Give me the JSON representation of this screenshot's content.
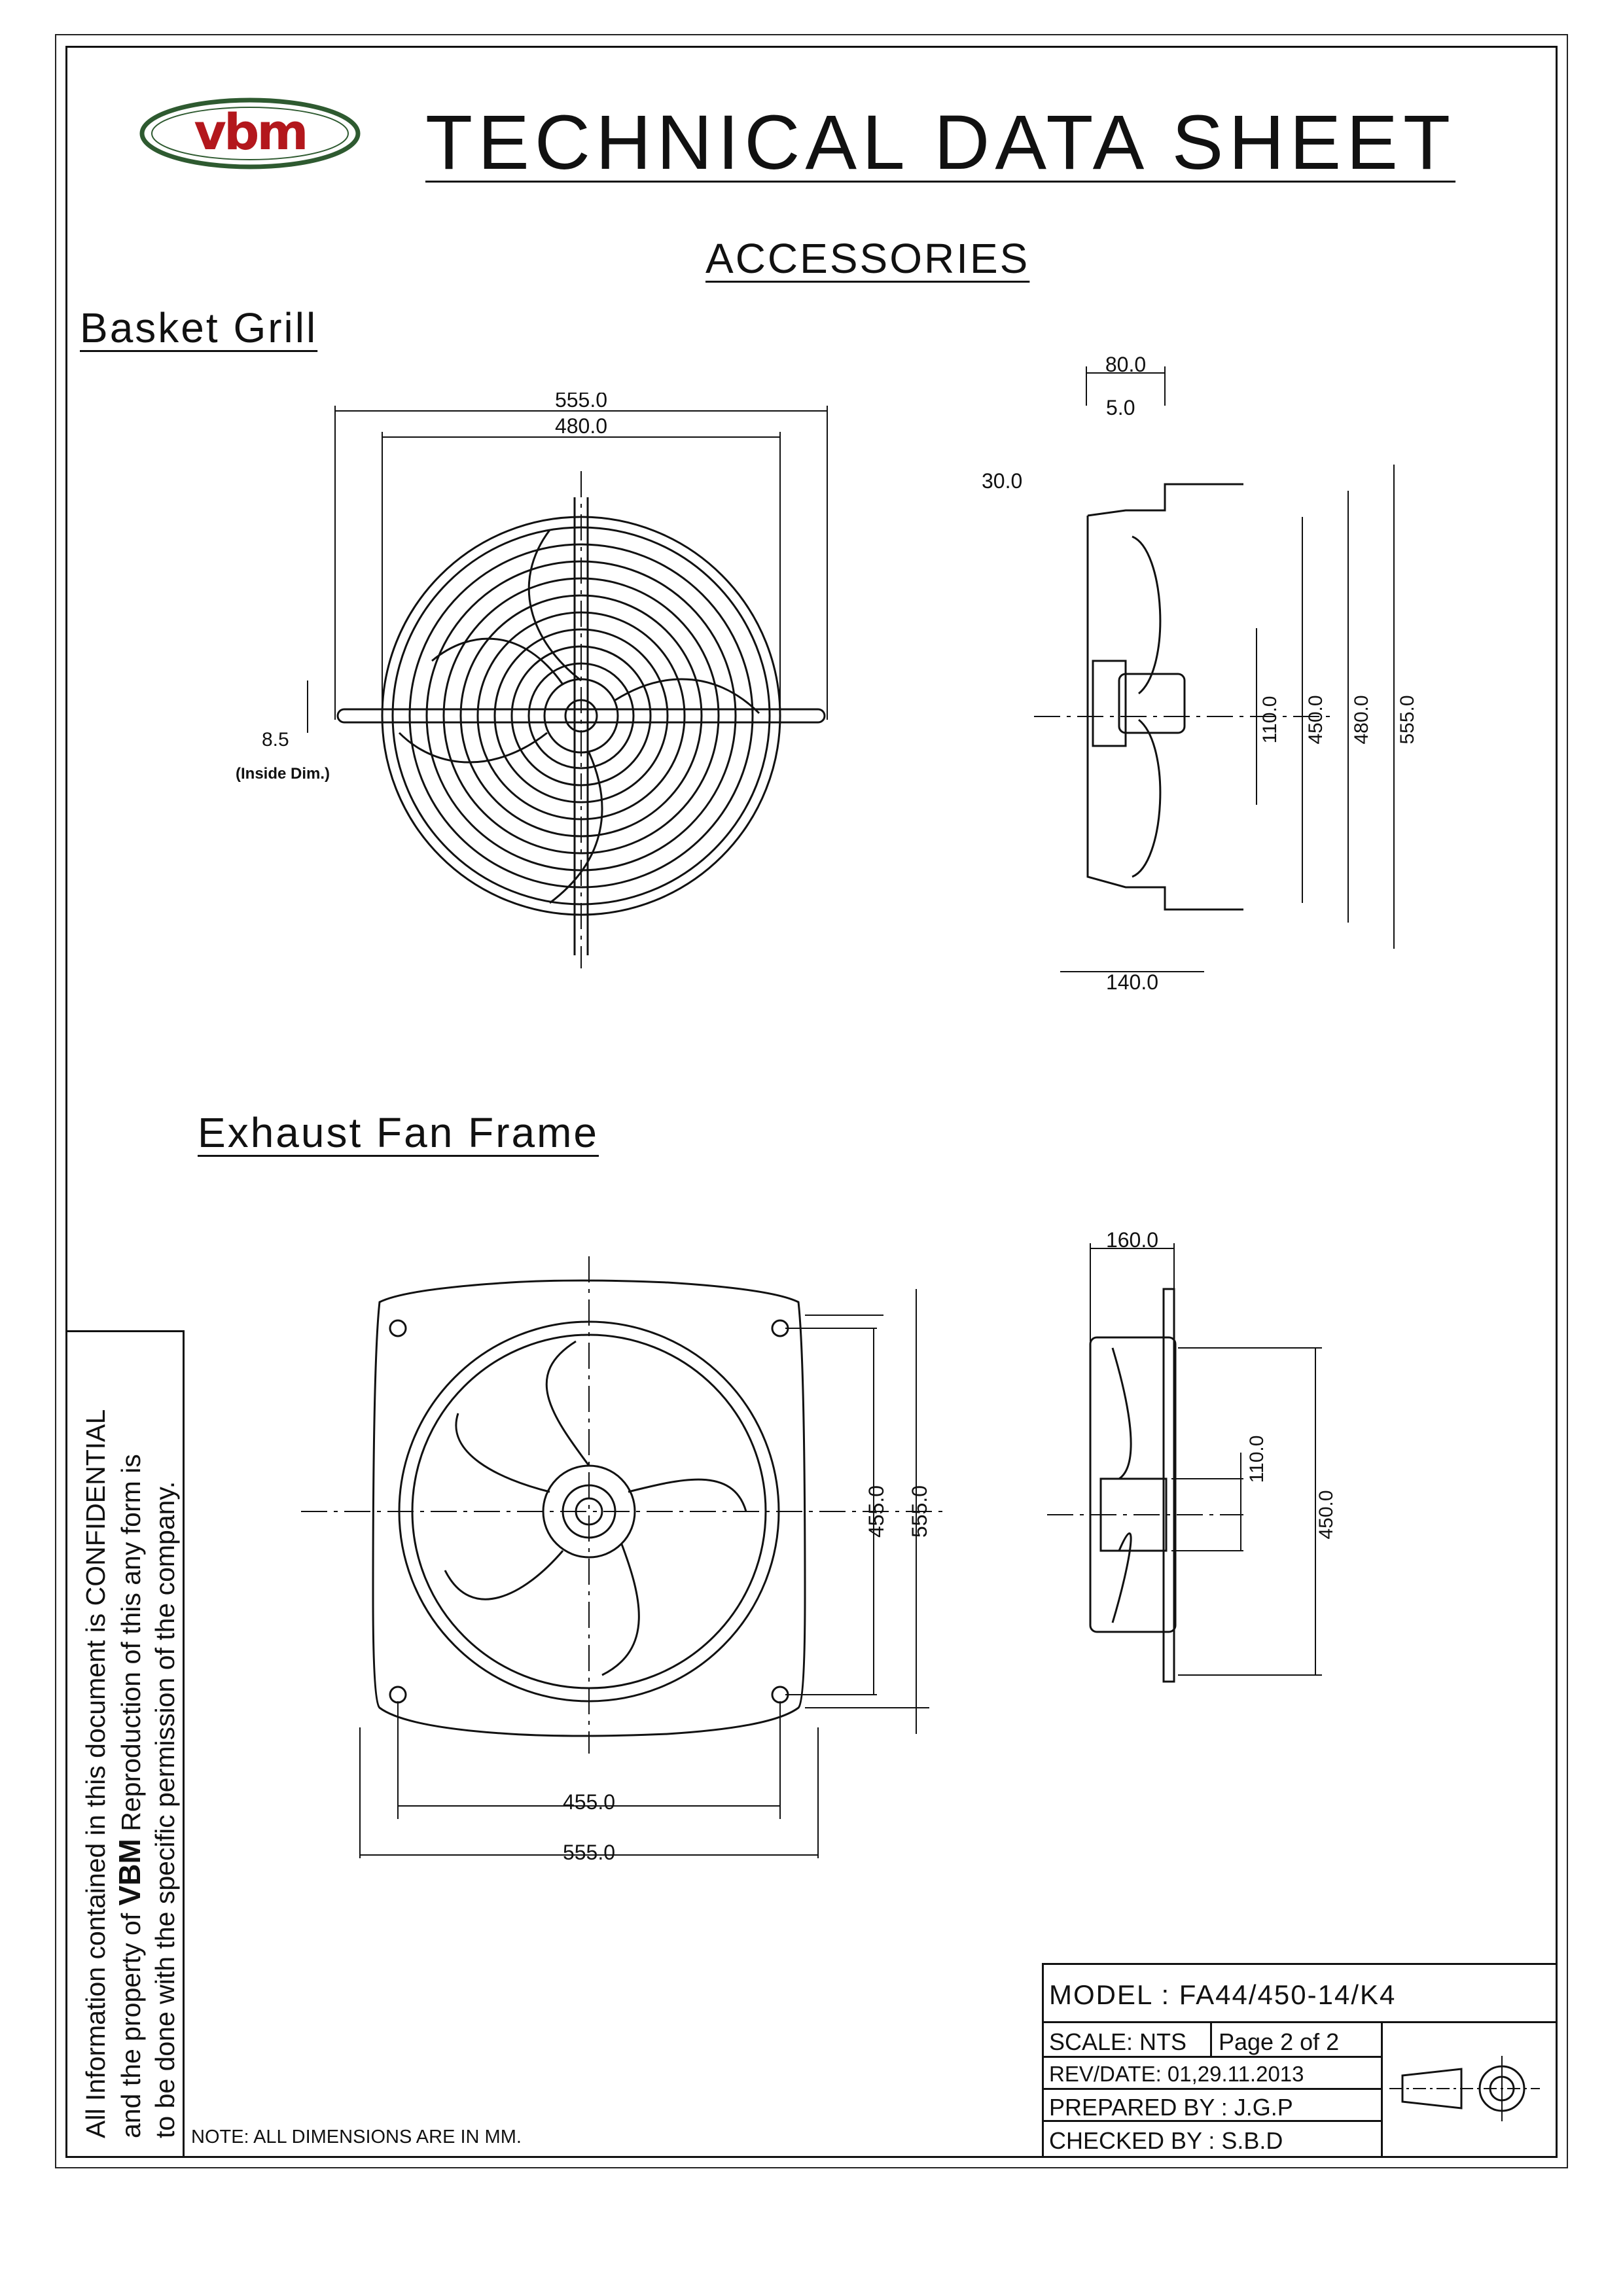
{
  "header": {
    "logo_text": "vbm",
    "title": "TECHNICAL DATA SHEET"
  },
  "section_title": "ACCESSORIES",
  "basket_grill": {
    "heading": "Basket Grill",
    "front_dims": {
      "overall": "555.0",
      "ring": "480.0",
      "slot": "8.5",
      "slot_note": "(Inside Dim.)"
    },
    "side_dims": {
      "depth": "80.0",
      "offset": "5.0",
      "flange": "30.0",
      "bottom": "140.0",
      "hub": "110.0",
      "blade": "450.0",
      "ring": "480.0",
      "overall": "555.0"
    }
  },
  "exhaust_frame": {
    "heading": "Exhaust Fan Frame",
    "front_dims": {
      "hole_v": "455.0",
      "overall_v": "555.0",
      "hole_h": "455.0",
      "overall_h": "555.0"
    },
    "side_dims": {
      "depth": "160.0",
      "hub": "110.0",
      "blade": "450.0"
    }
  },
  "confidential": {
    "line1": "All Information contained in this document is CONFIDENTIAL",
    "line2_pre": "and the property of ",
    "line2_brand": "VBM",
    "line2_post": " Reproduction of this any form is",
    "line3": "to be done with the specific permission of the company."
  },
  "note": "NOTE: ALL DIMENSIONS ARE IN MM.",
  "title_block": {
    "model": "MODEL : FA44/450-14/K4",
    "scale": "SCALE: NTS",
    "page": "Page 2 of 2",
    "rev": "REV/DATE: 01,29.11.2013",
    "prepared": "PREPARED BY : J.G.P",
    "checked": "CHECKED BY : S.B.D"
  }
}
